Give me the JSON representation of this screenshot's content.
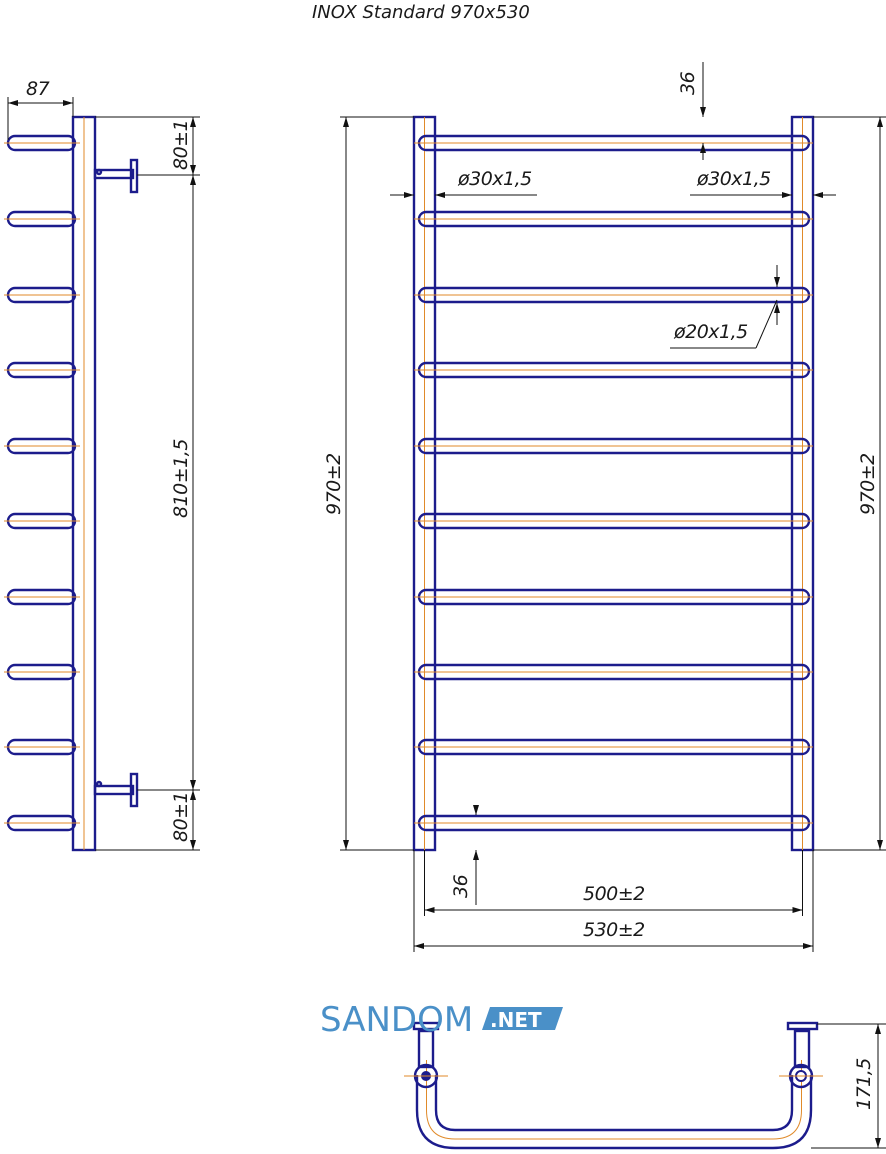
{
  "title": "INOX Standard 970x530",
  "dimensions": {
    "side_depth": "87",
    "bracket_top": "80±1",
    "bracket_span": "810±1,5",
    "bracket_bottom": "80±1",
    "height_left": "970±2",
    "height_right": "970±2",
    "top_offset": "36",
    "bottom_offset": "36",
    "tube_left": "ø30x1,5",
    "tube_right": "ø30x1,5",
    "rung": "ø20x1,5",
    "axis_width": "500±2",
    "total_width": "530±2",
    "top_view_depth": "171,5"
  },
  "watermark": {
    "brand": "SANDOM",
    "tld": ".NET",
    "brand_color": "#4a90c8"
  },
  "colors": {
    "pipe": "#1c1c8c",
    "axis": "#e08a2a",
    "dimension": "#111111"
  }
}
